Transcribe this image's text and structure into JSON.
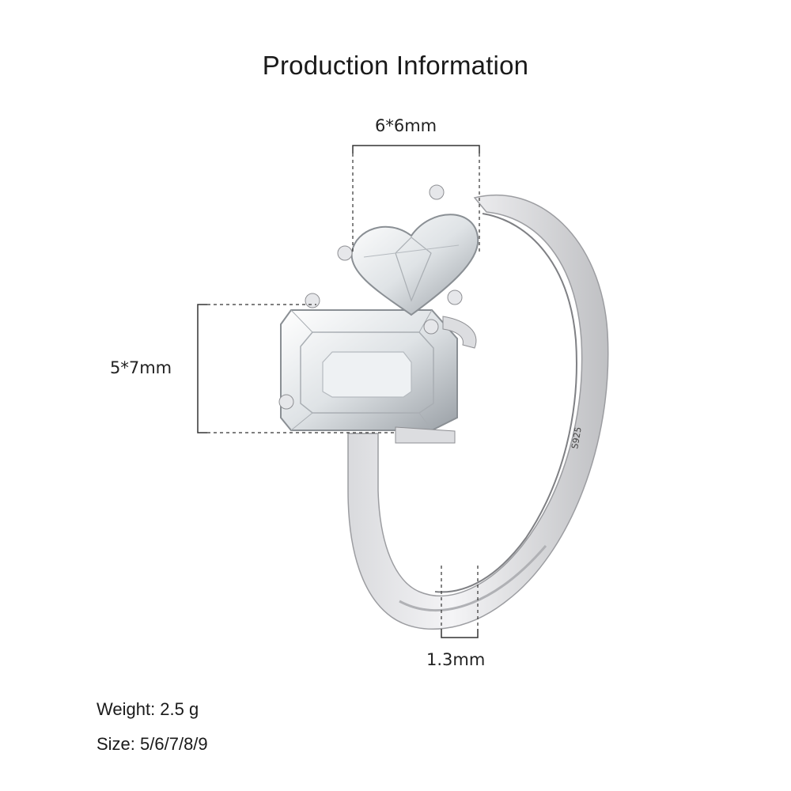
{
  "header": {
    "title": "Production Information"
  },
  "dimensions": {
    "heart_stone": "6*6mm",
    "emerald_stone": "5*7mm",
    "band_width": "1.3mm"
  },
  "engraving": "S925",
  "specs": {
    "weight": "Weight: 2.5 g",
    "size": "Size: 5/6/7/8/9"
  },
  "colors": {
    "text": "#1a1a1a",
    "metal_light": "#f2f2f4",
    "metal_mid": "#c8c9cc",
    "metal_dark": "#8e8f93"
  }
}
